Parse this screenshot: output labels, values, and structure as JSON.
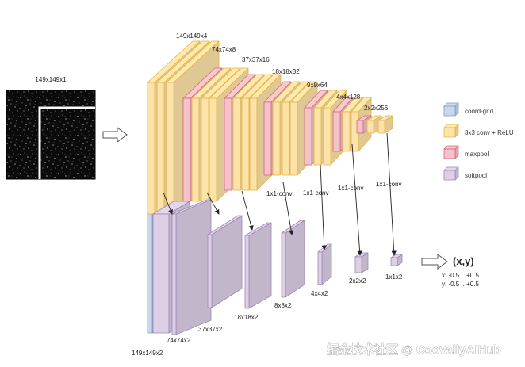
{
  "colors": {
    "coord_grid": "#c9d7ea",
    "conv": "#fde3a7",
    "conv_edge": "#e3b24c",
    "maxpool": "#f4c2c8",
    "maxpool_edge": "#cf6a7d",
    "softpool": "#ddd0e6",
    "softpool_edge": "#9e85b4",
    "grid_edge": "#7f9cc4"
  },
  "input": {
    "label": "149x149x1"
  },
  "encoder_labels": [
    "149x149x4",
    "74x74x8",
    "37x37x16",
    "18x18x32",
    "9x9x64",
    "4x4x128",
    "2x2x256"
  ],
  "conv1x1_label": "1x1-conv",
  "softpool_labels": [
    "149x149x2",
    "74x74x2",
    "37x37x2",
    "18x18x2",
    "8x8x2",
    "4x4x2",
    "2x2x2",
    "1x1x2"
  ],
  "legend": [
    {
      "key": "coord_grid",
      "label": "coord-grid"
    },
    {
      "key": "conv",
      "label": "3x3 conv + ReLU"
    },
    {
      "key": "maxpool",
      "label": "maxpool"
    },
    {
      "key": "softpool",
      "label": "softpool"
    }
  ],
  "output": {
    "label": "(x,y)",
    "x_range": "x: -0.5 .. +0.5",
    "y_range": "y: -0.5 .. +0.5"
  },
  "watermark": "掘金技术社区 @ CoovallyAIHub"
}
